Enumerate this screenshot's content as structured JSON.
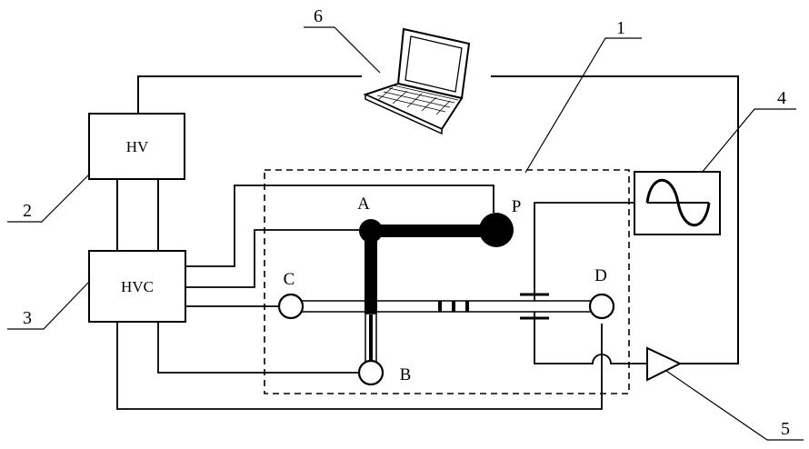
{
  "blocks": {
    "hv": "HV",
    "hvc": "HVC"
  },
  "callouts": {
    "chip": "1",
    "hv": "2",
    "hvc": "3",
    "signal": "4",
    "amplifier": "5",
    "laptop": "6"
  },
  "reservoirs": {
    "a": "A",
    "b": "B",
    "c": "C",
    "d": "D",
    "p": "P"
  },
  "icons": {
    "laptop": "laptop-icon",
    "signal": "sine-wave-icon",
    "amplifier": "amplifier-triangle-icon"
  },
  "colors": {
    "line": "#000000",
    "background": "#ffffff"
  }
}
